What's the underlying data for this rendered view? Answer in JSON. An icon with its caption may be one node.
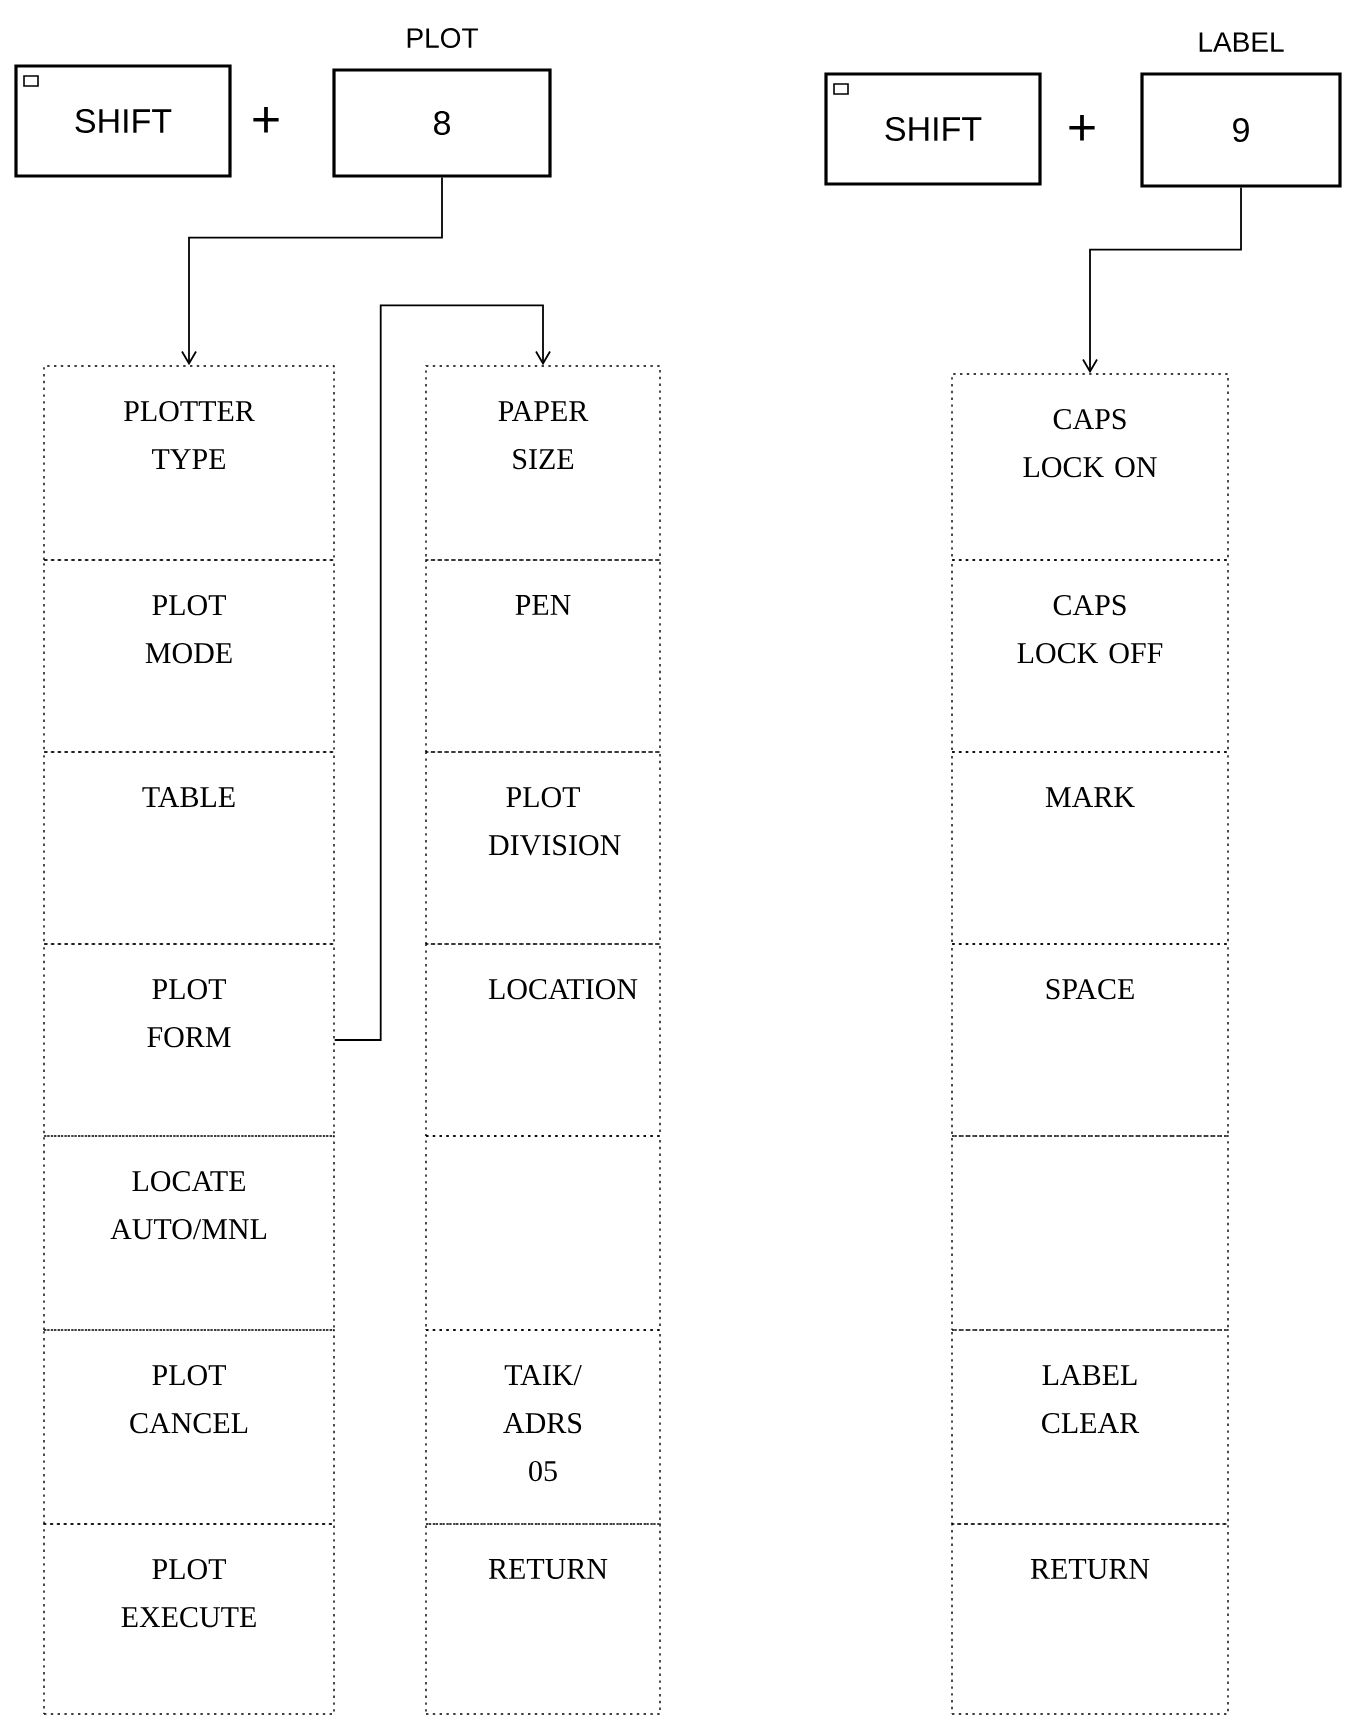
{
  "diagram": {
    "nodes": [
      {
        "text": [
          "SHIFT"
        ]
      },
      {
        "text": [
          "8"
        ],
        "beside": [
          "PLOT"
        ]
      },
      {
        "text": [
          "SHIFT"
        ]
      },
      {
        "text": [
          "9"
        ],
        "beside": [
          "LABEL"
        ]
      },
      {
        "text": [
          "PLOTTER TYPE"
        ]
      },
      {
        "text": [
          "PLOT MODE"
        ]
      },
      {
        "text": [
          "TABLE"
        ]
      },
      {
        "text": [
          "PLOT FORM"
        ]
      },
      {
        "text": [
          "LOCATE AUTO/MNL"
        ]
      },
      {
        "text": [
          "PLOT CANCEL"
        ]
      },
      {
        "text": [
          "PLOT EXECUTE"
        ]
      },
      {
        "text": [
          "PAPER SIZE"
        ]
      },
      {
        "text": [
          "PEN"
        ]
      },
      {
        "text": [
          "PLOT DIVISION"
        ]
      },
      {
        "text": [
          "LOCATION"
        ]
      },
      {
        "text": [],
        "shape": "box"
      },
      {
        "text": [
          "TAIK/ ADRS 05"
        ]
      },
      {
        "text": [
          "RETURN"
        ]
      },
      {
        "text": [
          "CAPS LOCK ON"
        ]
      },
      {
        "text": [
          "CAPS LOCK OFF"
        ]
      },
      {
        "text": [
          "MARK"
        ]
      },
      {
        "text": [
          "SPACE"
        ]
      },
      {
        "text": [],
        "shape": "box"
      },
      {
        "text": [
          "LABEL CLEAR"
        ]
      },
      {
        "text": [
          "RETURN"
        ]
      }
    ],
    "edges": [
      {
        "from": 1,
        "to": 4,
        "arrow": "to"
      },
      {
        "from": 7,
        "to": 11,
        "arrow": "to"
      },
      {
        "from": 3,
        "to": 18,
        "arrow": "to"
      }
    ],
    "labels": [
      "+",
      "+"
    ]
  }
}
